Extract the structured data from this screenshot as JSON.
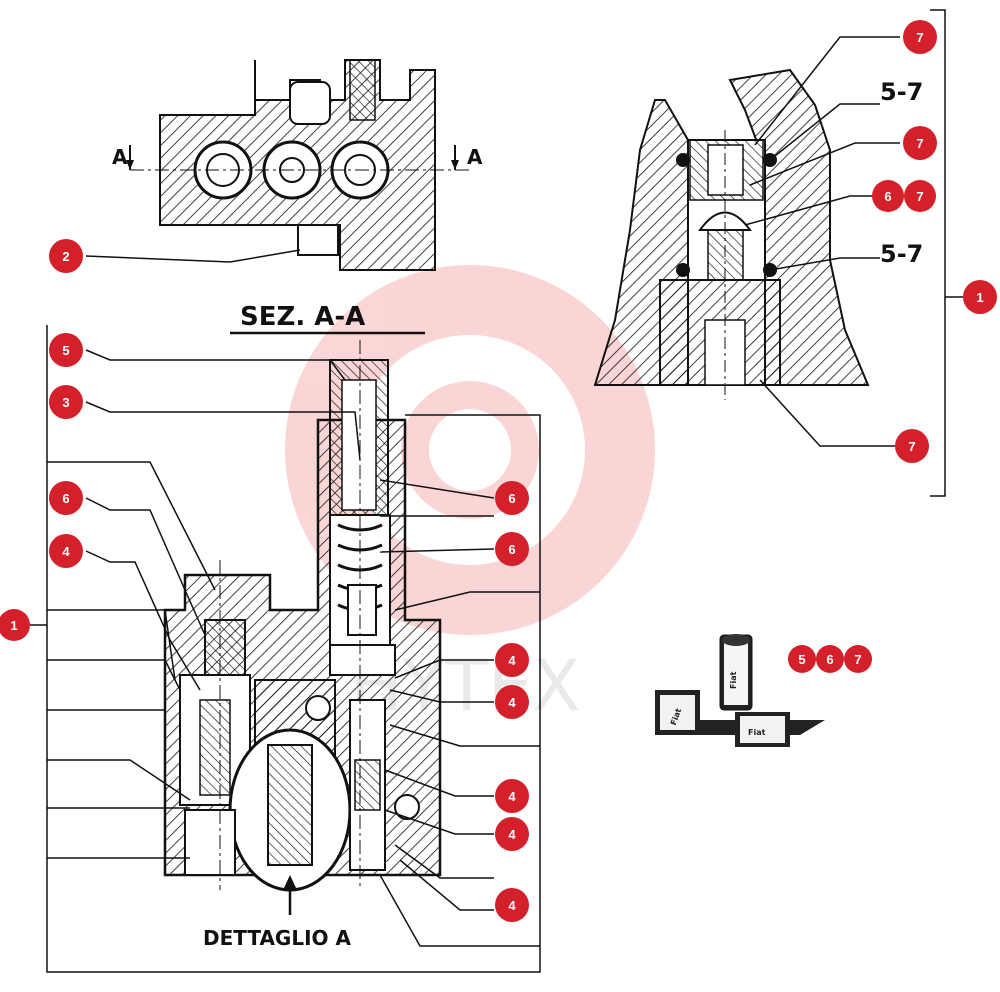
{
  "section_title": "SEZ. A-A",
  "section_marker_left": "A",
  "section_marker_right": "A",
  "detail_label": "DETTAGLIO A",
  "callouts_right": [
    "5-7",
    "5-7"
  ],
  "watermark": "HYTEX",
  "stamp_texts": [
    "Fiat",
    "Fiat",
    "Fiat"
  ],
  "badges": [
    "7",
    "7",
    "6",
    "7",
    "7",
    "1",
    "2",
    "5",
    "3",
    "6",
    "4",
    "1",
    "6",
    "6",
    "4",
    "4",
    "4",
    "4",
    "4",
    "5",
    "6",
    "7"
  ],
  "colors": {
    "badge": "#d3202a",
    "line": "#111111",
    "watermark": "#f2a7a7"
  }
}
